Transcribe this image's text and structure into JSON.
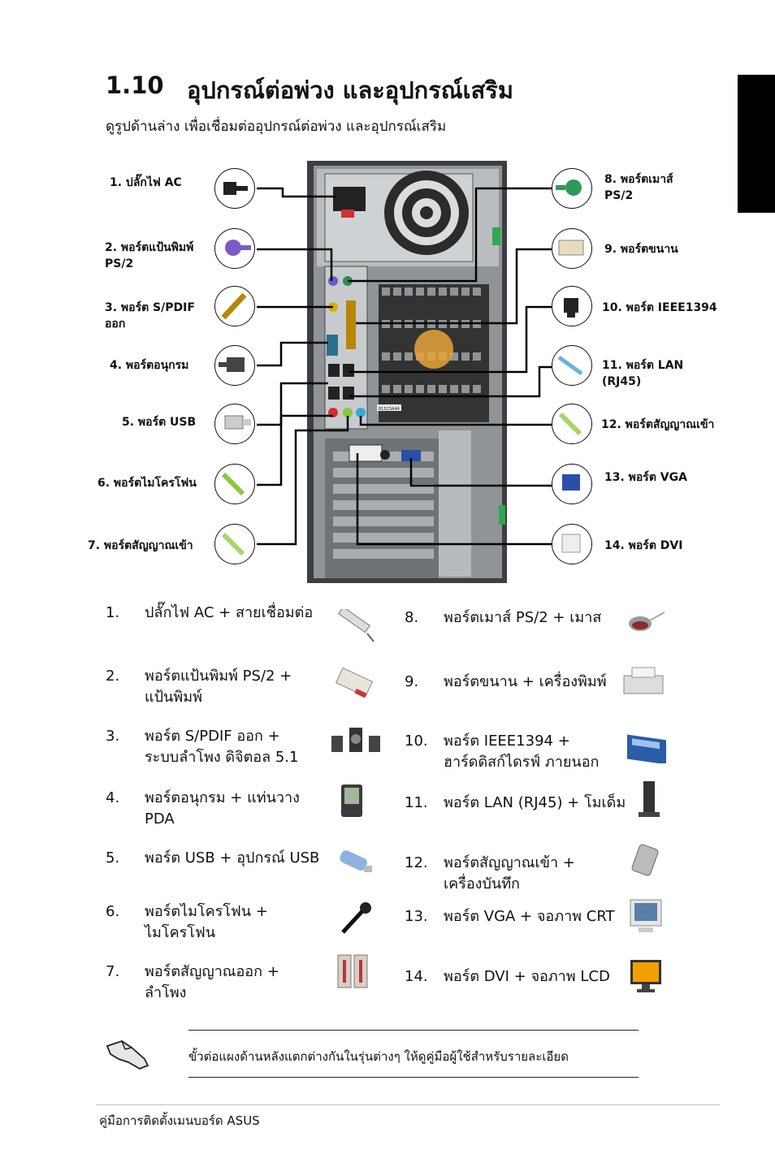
{
  "section": {
    "number": "1.10",
    "title": "อุปกรณ์ต่อพ่วง และอุปกรณ์เสริม",
    "subtitle": "ดูรูปด้านล่าง เพื่อเชื่อมต่ออุปกรณ์ต่อพ่วง และอุปกรณ์เสริม"
  },
  "diagram": {
    "left_labels": [
      {
        "line1": "1. ปลั๊กไฟ AC",
        "line2": ""
      },
      {
        "line1": "2. พอร์ตแป้นพิมพ์",
        "line2": "PS/2"
      },
      {
        "line1": "3. พอร์ต S/PDIF",
        "line2": "ออก"
      },
      {
        "line1": "4. พอร์ตอนุกรม",
        "line2": ""
      },
      {
        "line1": "5. พอร์ต USB",
        "line2": ""
      },
      {
        "line1": "6. พอร์ตไมโครโฟน",
        "line2": ""
      },
      {
        "line1": "7. พอร์ตสัญญาณเข้า",
        "line2": ""
      }
    ],
    "right_labels": [
      {
        "line1": "8. พอร์ตเมาส์",
        "line2": "PS/2"
      },
      {
        "line1": "9. พอร์ตขนาน",
        "line2": ""
      },
      {
        "line1": "10. พอร์ต IEEE1394",
        "line2": ""
      },
      {
        "line1": "11. พอร์ต LAN",
        "line2": "(RJ45)"
      },
      {
        "line1": "12. พอร์ตสัญญาณเข้า",
        "line2": ""
      },
      {
        "line1": "13. พอร์ต VGA",
        "line2": ""
      },
      {
        "line1": "14. พอร์ต DVI",
        "line2": ""
      }
    ]
  },
  "connections": {
    "left": [
      {
        "num": "1.",
        "line1": "ปลั๊กไฟ AC + สายเชื่อมต่อ",
        "line2": ""
      },
      {
        "num": "2.",
        "line1": "พอร์ตแป้นพิมพ์ PS/2 +",
        "line2": "แป้นพิมพ์"
      },
      {
        "num": "3.",
        "line1": "พอร์ต S/PDIF ออก +",
        "line2": "ระบบลำโพง ดิจิตอล 5.1"
      },
      {
        "num": "4.",
        "line1": "พอร์ตอนุกรม + แท่นวาง",
        "line2": "PDA"
      },
      {
        "num": "5.",
        "line1": "พอร์ต USB + อุปกรณ์ USB",
        "line2": ""
      },
      {
        "num": "6.",
        "line1": "พอร์ตไมโครโฟน +",
        "line2": "ไมโครโฟน"
      },
      {
        "num": "7.",
        "line1": "พอร์ตสัญญาณออก +",
        "line2": "ลำโพง"
      }
    ],
    "right": [
      {
        "num": "8.",
        "line1": "พอร์ตเมาส์ PS/2 + เมาส",
        "line2": ""
      },
      {
        "num": "9.",
        "line1": "พอร์ตขนาน + เครื่องพิมพ์",
        "line2": ""
      },
      {
        "num": "10.",
        "line1": "พอร์ต IEEE1394 +",
        "line2": "ฮาร์ดดิสก์ไดรฟ์ ภายนอก"
      },
      {
        "num": "11.",
        "line1": "พอร์ต LAN (RJ45) + โมเด็ม",
        "line2": ""
      },
      {
        "num": "12.",
        "line1": "พอร์ตสัญญาณเข้า +",
        "line2": "เครื่องบันทึก"
      },
      {
        "num": "13.",
        "line1": "พอร์ต VGA + จอภาพ CRT",
        "line2": ""
      },
      {
        "num": "14.",
        "line1": "พอร์ต DVI + จอภาพ LCD",
        "line2": ""
      }
    ]
  },
  "note": {
    "icon": "hand-pointing-icon",
    "text": "ขั้วต่อแผงด้านหลังแตกต่างกันในรุ่นต่างๆ ให้ดูคู่มือผู้ใช้สำหรับรายละเอียด"
  },
  "footer": {
    "text": "คู่มือการติดตั้งเมนบอร์ด ASUS"
  },
  "chassis": {
    "sticker_text": "81523A44"
  }
}
